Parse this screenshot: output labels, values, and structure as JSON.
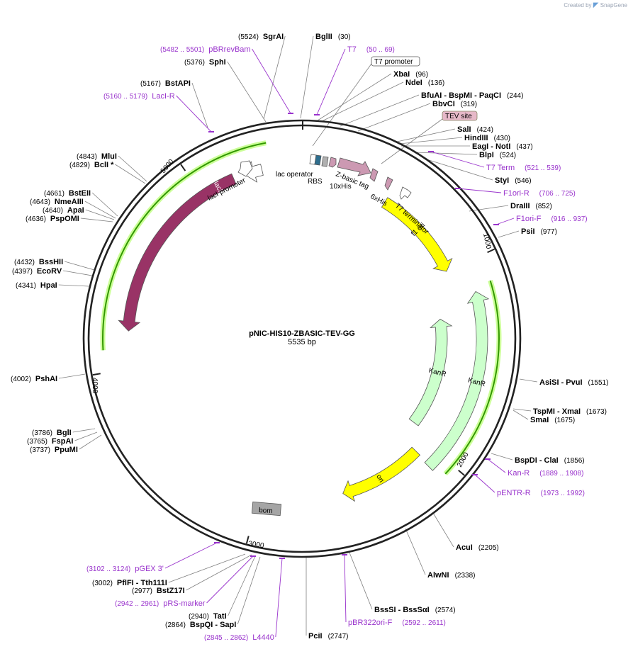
{
  "branding": {
    "prefix": "Created by",
    "name": "SnapGene"
  },
  "plasmid": {
    "name": "pNIC-HIS10-ZBASIC-TEV-GG",
    "size_label": "5535 bp"
  },
  "ring_ticks": [
    {
      "label": "1000",
      "bp": 1000
    },
    {
      "label": "2000",
      "bp": 2000
    },
    {
      "label": "3000",
      "bp": 3000
    },
    {
      "label": "4000",
      "bp": 4000
    },
    {
      "label": "5000",
      "bp": 5000
    }
  ],
  "features": [
    {
      "name": "lacI promoter",
      "color": "#ffffff"
    },
    {
      "name": "lacI",
      "color": "#993366"
    },
    {
      "name": "lac operator",
      "color": "#ffffff"
    },
    {
      "name": "RBS",
      "color": "#b0b0b0"
    },
    {
      "name": "10xHis",
      "color": "#cc99b2"
    },
    {
      "name": "Z-basic tag",
      "color": "#cc99b2"
    },
    {
      "name": "6xHis",
      "color": "#cc99b2"
    },
    {
      "name": "T7 terminator",
      "color": "#ffffff"
    },
    {
      "name": "f1 ori",
      "color": "#ffff00"
    },
    {
      "name": "KanR",
      "color": "#ccffcc"
    },
    {
      "name": "ori",
      "color": "#ffff00"
    },
    {
      "name": "bom",
      "color": "#a5a5a5"
    }
  ],
  "feature_boxes": [
    {
      "name": "T7 promoter"
    },
    {
      "name": "TEV site"
    }
  ],
  "sites": [
    {
      "name": "SgrAI",
      "pos": "(5524)"
    },
    {
      "name": "BglII",
      "pos": "(30)"
    },
    {
      "name": "SphI",
      "pos": "(5376)"
    },
    {
      "name": "XbaI",
      "pos": "(96)"
    },
    {
      "name": "NdeI",
      "pos": "(136)"
    },
    {
      "name": "BstAPI",
      "pos": "(5167)"
    },
    {
      "name": "BfuAI - BspMI - PaqCI",
      "pos": "(244)"
    },
    {
      "name": "BbvCI",
      "pos": "(319)"
    },
    {
      "name": "SalI",
      "pos": "(424)"
    },
    {
      "name": "HindIII",
      "pos": "(430)"
    },
    {
      "name": "EagI - NotI",
      "pos": "(437)"
    },
    {
      "name": "BlpI",
      "pos": "(524)"
    },
    {
      "name": "StyI",
      "pos": "(546)"
    },
    {
      "name": "MluI",
      "pos": "(4843)"
    },
    {
      "name": "BclI *",
      "pos": "(4829)"
    },
    {
      "name": "DraIII",
      "pos": "(852)"
    },
    {
      "name": "BstEII",
      "pos": "(4661)"
    },
    {
      "name": "NmeAIII",
      "pos": "(4643)"
    },
    {
      "name": "ApaI",
      "pos": "(4640)"
    },
    {
      "name": "PspOMI",
      "pos": "(4636)"
    },
    {
      "name": "PsiI",
      "pos": "(977)"
    },
    {
      "name": "BssHII",
      "pos": "(4432)"
    },
    {
      "name": "EcoRV",
      "pos": "(4397)"
    },
    {
      "name": "HpaI",
      "pos": "(4341)"
    },
    {
      "name": "PshAI",
      "pos": "(4002)"
    },
    {
      "name": "AsiSI - PvuI",
      "pos": "(1551)"
    },
    {
      "name": "TspMI - XmaI",
      "pos": "(1673)"
    },
    {
      "name": "SmaI",
      "pos": "(1675)"
    },
    {
      "name": "BglI",
      "pos": "(3786)"
    },
    {
      "name": "FspAI",
      "pos": "(3765)"
    },
    {
      "name": "PpuMI",
      "pos": "(3737)"
    },
    {
      "name": "BspDI - ClaI",
      "pos": "(1856)"
    },
    {
      "name": "AcuI",
      "pos": "(2205)"
    },
    {
      "name": "AlwNI",
      "pos": "(2338)"
    },
    {
      "name": "PflFI - Tth111I",
      "pos": "(3002)"
    },
    {
      "name": "BstZ17I",
      "pos": "(2977)"
    },
    {
      "name": "TatI",
      "pos": "(2940)"
    },
    {
      "name": "BspQI - SapI",
      "pos": "(2864)"
    },
    {
      "name": "BssSI - BssSαI",
      "pos": "(2574)"
    },
    {
      "name": "PciI",
      "pos": "(2747)"
    }
  ],
  "primers": [
    {
      "name": "pBRrevBam",
      "range": "(5482 .. 5501)"
    },
    {
      "name": "T7",
      "range": "(50 .. 69)"
    },
    {
      "name": "LacI-R",
      "range": "(5160 .. 5179)"
    },
    {
      "name": "T7 Term",
      "range": "(521 .. 539)"
    },
    {
      "name": "F1ori-R",
      "range": "(706 .. 725)"
    },
    {
      "name": "F1ori-F",
      "range": "(916 .. 937)"
    },
    {
      "name": "Kan-R",
      "range": "(1889 .. 1908)"
    },
    {
      "name": "pENTR-R",
      "range": "(1973 .. 1992)"
    },
    {
      "name": "pGEX 3'",
      "range": "(3102 .. 3124)"
    },
    {
      "name": "pRS-marker",
      "range": "(2942 .. 2961)"
    },
    {
      "name": "L4440",
      "range": "(2845 .. 2862)"
    },
    {
      "name": "pBR322ori-F",
      "range": "(2592 .. 2611)"
    }
  ],
  "colors": {
    "backbone": "#222222",
    "primer": "#9933cc",
    "leader": "#808080",
    "orf_highlight": "#ccff99",
    "orf_line": "#339900"
  }
}
